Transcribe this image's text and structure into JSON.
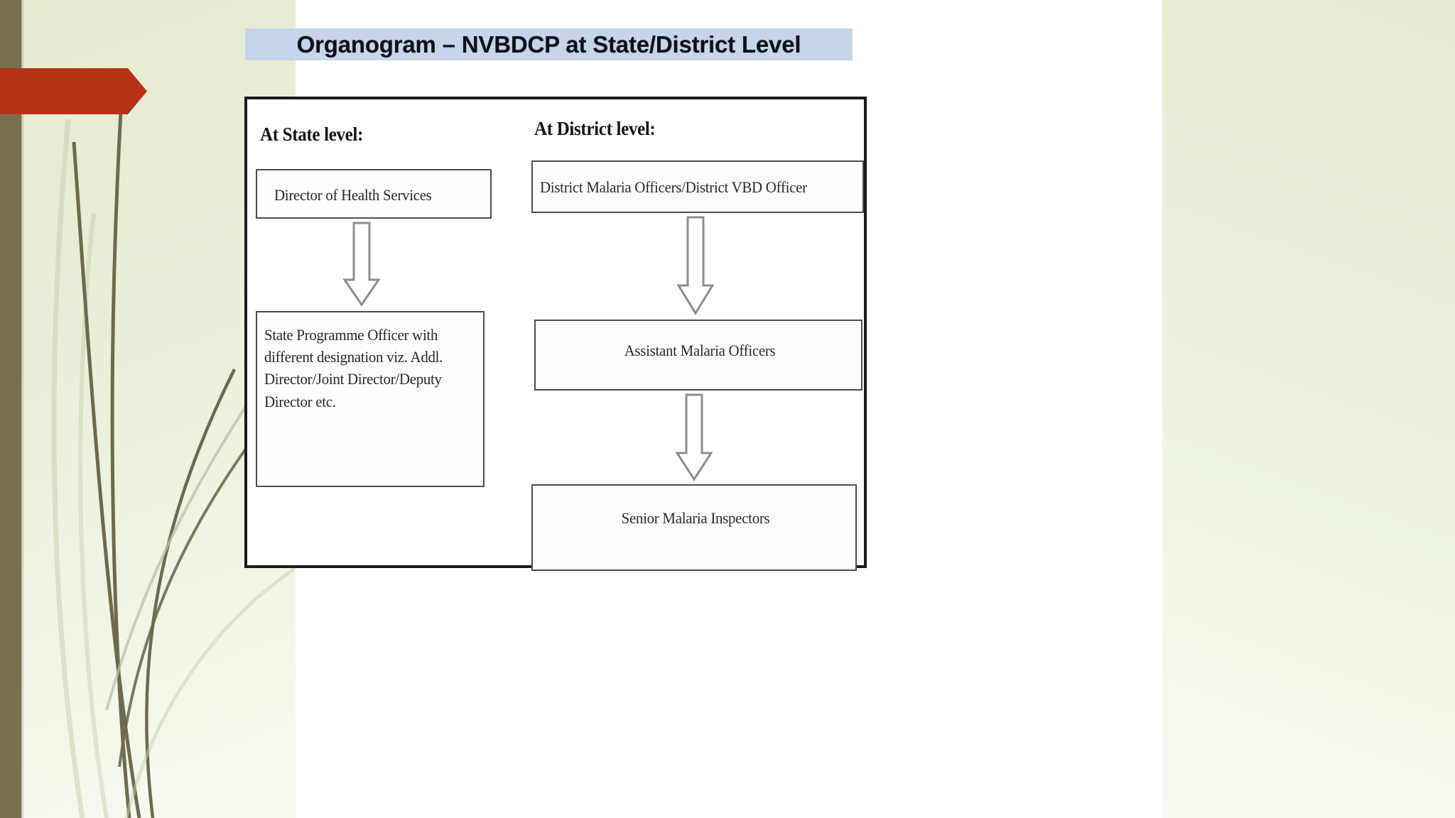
{
  "slide": {
    "title": "Organogram – NVBDCP at State/District Level",
    "title_highlight_color": "#c6d5ea",
    "title_text_color": "#0d1118",
    "background_color": "#ffffff"
  },
  "theme": {
    "name": "grass-apex-theme",
    "accent_bar_color": "#76704f",
    "panel_gradient_from": "#e5ecd0",
    "panel_gradient_to": "#f8fbf1",
    "banner_color": "#b43318",
    "banner_shape": "right-pointing-arrow",
    "grass_blade_color": "#6f6a4c",
    "grass_blade_color_light": "#c9cfb0"
  },
  "diagram": {
    "frame_border_color": "#1a1a1a",
    "box_border_color": "#4e4e4e",
    "arrow_outline_color": "#888888",
    "arrow_fill_color": "#ffffff",
    "columns": [
      {
        "id": "state",
        "heading": "At State level:",
        "nodes": [
          {
            "id": "dhs",
            "label": "Director of Health Services"
          },
          {
            "id": "spo",
            "label": "State Programme Officer with different designation viz. Addl. Director/Joint Director/Deputy Director etc."
          }
        ],
        "connectors": [
          {
            "id": "state-arrow-1",
            "from": "dhs",
            "to": "spo",
            "direction": "down"
          }
        ]
      },
      {
        "id": "district",
        "heading": "At District level:",
        "nodes": [
          {
            "id": "dmo",
            "label": "District Malaria Officers/District VBD Officer"
          },
          {
            "id": "amo",
            "label": "Assistant Malaria Officers"
          },
          {
            "id": "smi",
            "label": "Senior Malaria Inspectors"
          }
        ],
        "connectors": [
          {
            "id": "district-arrow-1",
            "from": "dmo",
            "to": "amo",
            "direction": "down"
          },
          {
            "id": "district-arrow-2",
            "from": "amo",
            "to": "smi",
            "direction": "down"
          }
        ]
      }
    ]
  }
}
